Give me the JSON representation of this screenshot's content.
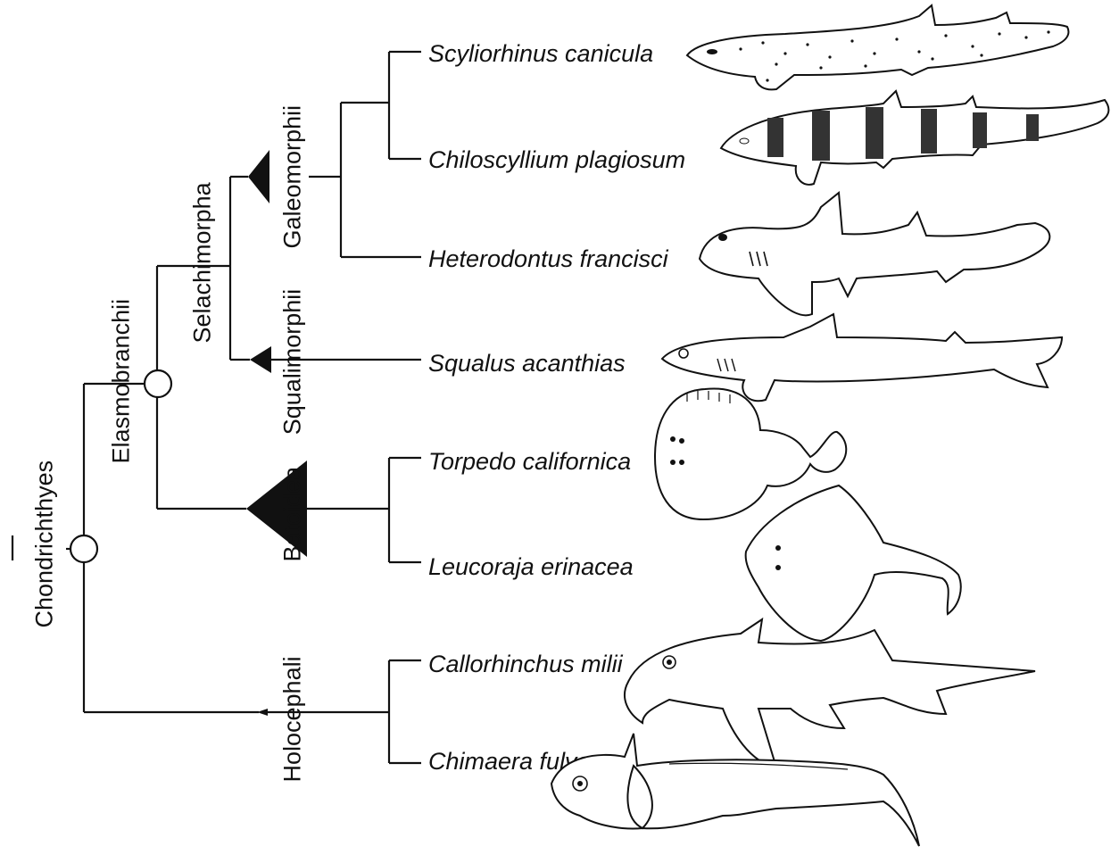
{
  "clades": {
    "chondrichthyes": "Chondrichthyes",
    "elasmobranchii": "Elasmobranchii",
    "selachimorpha": "Selachimorpha",
    "galeomorphii": "Galeomorphii",
    "squalimorphii": "Squalimorphii",
    "batoidea": "Batoidea",
    "holocephali": "Holocephali"
  },
  "species": [
    {
      "name": "Scyliorhinus canicula",
      "icon": "catshark-icon"
    },
    {
      "name": "Chiloscyllium plagiosum",
      "icon": "bamboo-shark-icon"
    },
    {
      "name": "Heterodontus francisci",
      "icon": "horn-shark-icon"
    },
    {
      "name": "Squalus acanthias",
      "icon": "dogfish-icon"
    },
    {
      "name": "Torpedo californica",
      "icon": "electric-ray-icon"
    },
    {
      "name": "Leucoraja erinacea",
      "icon": "skate-icon"
    },
    {
      "name": "Callorhinchus milii",
      "icon": "elephant-shark-icon"
    },
    {
      "name": "Chimaera fulva",
      "icon": "chimaera-icon"
    }
  ],
  "colors": {
    "line": "#111111",
    "fill": "#111111",
    "node_fill": "#ffffff"
  }
}
